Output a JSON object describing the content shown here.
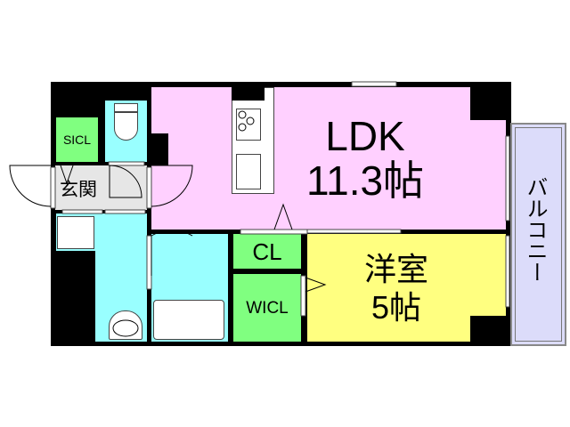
{
  "rooms": {
    "ldk": {
      "name": "LDK",
      "size": "11.3帖"
    },
    "western": {
      "name": "洋室",
      "size": "5帖"
    },
    "balcony": {
      "name": "バルコニー"
    },
    "entrance": {
      "name": "玄関"
    },
    "sicl": {
      "name": "SICL"
    },
    "cl": {
      "name": "CL"
    },
    "wicl": {
      "name": "WICL"
    }
  },
  "colors": {
    "ldk": "#ffd0ff",
    "western": "#ffff80",
    "wet": "#99ffff",
    "storage": "#80ff80",
    "balcony": "#dcdcfa",
    "entrance": "#e6e6e6"
  }
}
